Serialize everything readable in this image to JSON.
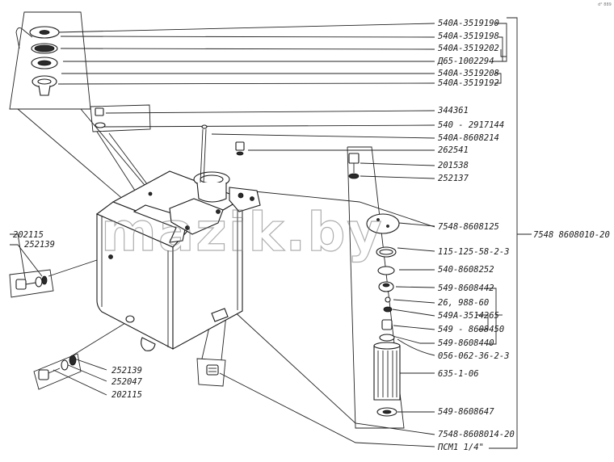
{
  "corner_mark": "d° 889",
  "watermark": "mazik.by",
  "group_label": "7548 8608010-20",
  "labels": {
    "l01": "540A-3519190",
    "l02": "540A-3519198",
    "l03": "540A-3519202",
    "l04": "Д65-1002294",
    "l05": "540A-3519208",
    "l06": "540A-3519192",
    "l07": "344361",
    "l08": "540 - 2917144",
    "l09": "540A-8608214",
    "l10": "262541",
    "l11": "201538",
    "l12": "252137",
    "l13": "7548-8608125",
    "l14": "115-125-58-2-3",
    "l15": "540-8608252",
    "l16": "549-8608442",
    "l17": "26, 988-60",
    "l18": "549A-3514265",
    "l19": "549 - 8608450",
    "l20": "549-8608440",
    "l21": "056-062-36-2-3",
    "l22": "635-1-06",
    "l23": "549-8608647",
    "l24": "7548-8608014-20",
    "l25": "ПСМ1 1/4\"",
    "l26": "202115",
    "l27": "252139",
    "l28": "252139",
    "l29": "252047",
    "l30": "202115"
  }
}
